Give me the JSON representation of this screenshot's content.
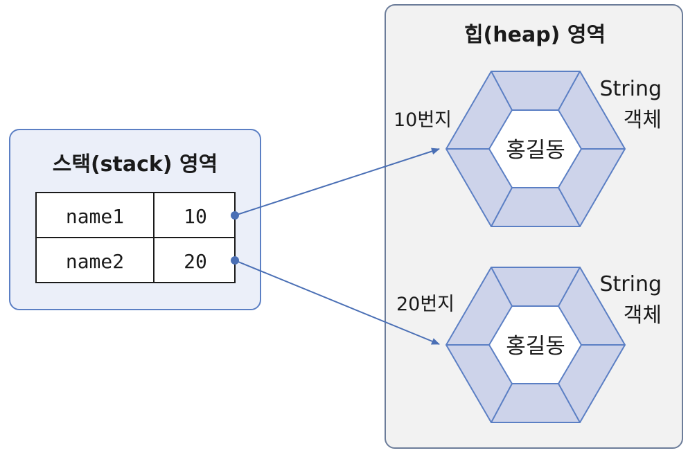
{
  "stack": {
    "title": "스택(stack) 영역",
    "rows": [
      {
        "name": "name1",
        "value": "10"
      },
      {
        "name": "name2",
        "value": "20"
      }
    ]
  },
  "heap": {
    "title": "힙(heap) 영역",
    "objects": [
      {
        "address": "10번지",
        "type_line1": "String",
        "type_line2": "객체",
        "content": "홍길동"
      },
      {
        "address": "20번지",
        "type_line1": "String",
        "type_line2": "객체",
        "content": "홍길동"
      }
    ]
  },
  "colors": {
    "panel_fill": "#ebeff9",
    "panel_stroke": "#5b7fc4",
    "heap_fill": "#f2f2f2",
    "heap_stroke": "#6b7c99",
    "hex_fill": "#cdd3ea",
    "hex_stroke": "#5b7fc4",
    "arrow": "#4a6fb5"
  }
}
